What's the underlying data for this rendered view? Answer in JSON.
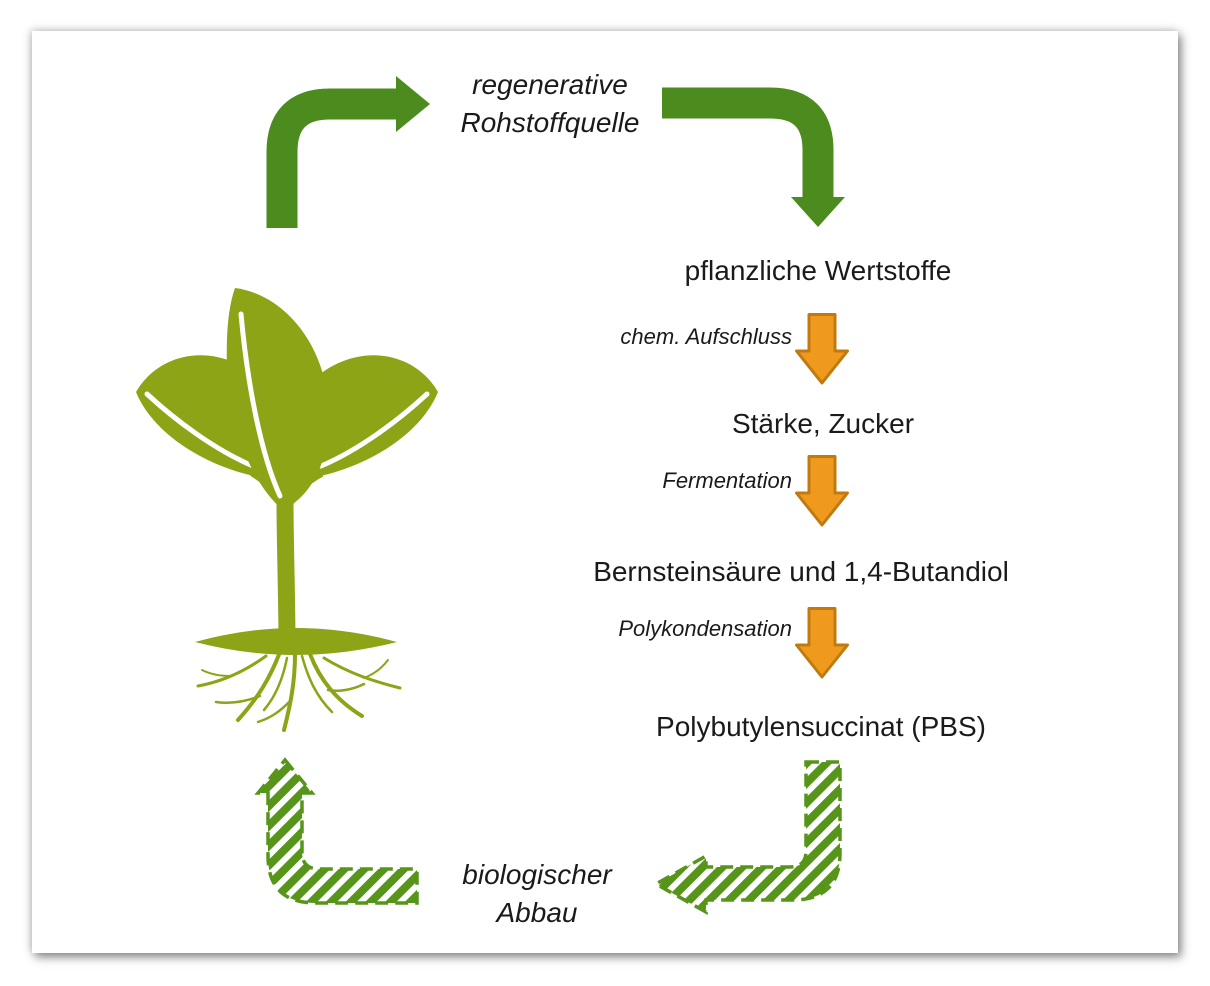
{
  "diagram_title_context": "PBS bioplastic life cycle diagram",
  "cycle": {
    "source_label": {
      "line1": "regenerative",
      "line2": "Rohstoffquelle"
    },
    "degradation_label": {
      "line1": "biologischer",
      "line2": "Abbau"
    }
  },
  "chain": {
    "nodes": [
      "pflanzliche Wertstoffe",
      "Stärke, Zucker",
      "Bernsteinsäure und 1,4-Butandiol",
      "Polybutylensuccinat (PBS)"
    ],
    "steps": [
      "chem. Aufschluss",
      "Fermentation",
      "Polykondensation"
    ]
  },
  "icons": {
    "plant": "seedling-with-roots-icon",
    "solid_bent_arrows": "solid-green-bent-arrow",
    "hatched_bent_arrows": "hatched-green-bent-arrow",
    "process_arrows": "orange-down-block-arrow"
  },
  "colors": {
    "arrow_green": "#4C8B1E",
    "hatch_green": "#56951A",
    "plant_green": "#8CA416",
    "orange_fill": "#EF9A1D",
    "orange_border": "#C07A10",
    "text": "#1a1a1a",
    "background": "#ffffff"
  }
}
